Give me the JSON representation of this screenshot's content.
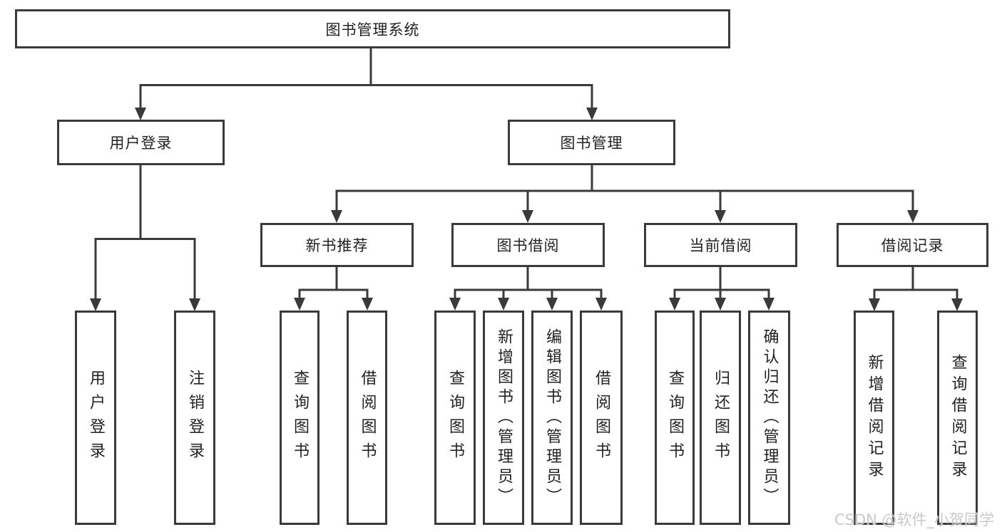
{
  "diagram": {
    "type": "tree",
    "root": {
      "label": "图书管理系统",
      "children": [
        {
          "label": "用户登录",
          "children": [
            {
              "label": "用户登录"
            },
            {
              "label": "注销登录"
            }
          ]
        },
        {
          "label": "图书管理",
          "children": [
            {
              "label": "新书推荐",
              "children": [
                {
                  "label": "查询图书"
                },
                {
                  "label": "借阅图书"
                }
              ]
            },
            {
              "label": "图书借阅",
              "children": [
                {
                  "label": "查询图书"
                },
                {
                  "label": "新增图书（管理员）"
                },
                {
                  "label": "编辑图书（管理员）"
                },
                {
                  "label": "借阅图书"
                }
              ]
            },
            {
              "label": "当前借阅",
              "children": [
                {
                  "label": "查询图书"
                },
                {
                  "label": "归还图书"
                },
                {
                  "label": "确认归还（管理员）"
                }
              ]
            },
            {
              "label": "借阅记录",
              "children": [
                {
                  "label": "新增借阅记录"
                },
                {
                  "label": "查询借阅记录"
                }
              ]
            }
          ]
        }
      ]
    }
  },
  "watermark": {
    "text": "CSDN @软件_小贺同学"
  },
  "colors": {
    "line": "#3a3a3a",
    "box_border": "#3a3a3a",
    "text": "#222222",
    "watermark": "#c9c9c9",
    "background": "#ffffff"
  }
}
